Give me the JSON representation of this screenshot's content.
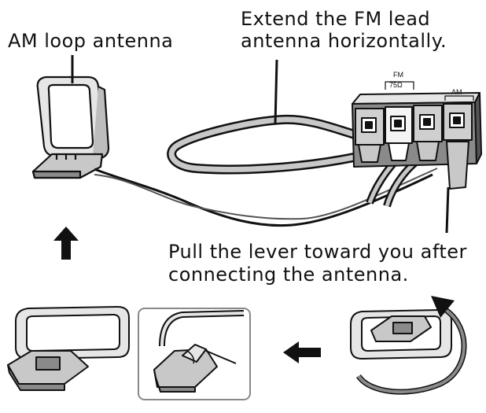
{
  "labels": {
    "am_loop": "AM loop antenna",
    "fm_extend_1": "Extend the FM lead",
    "fm_extend_2": "antenna horizontally.",
    "pull_lever_1": "Pull the lever toward you after",
    "pull_lever_2": "connecting the antenna.",
    "terminal_fm": "FM",
    "terminal_ohm": "75Ω",
    "terminal_am": "AM"
  },
  "colors": {
    "line": "#111111",
    "fill_light": "#e6e6e6",
    "fill_mid": "#c8c8c8",
    "fill_dark": "#8a8a8a"
  }
}
